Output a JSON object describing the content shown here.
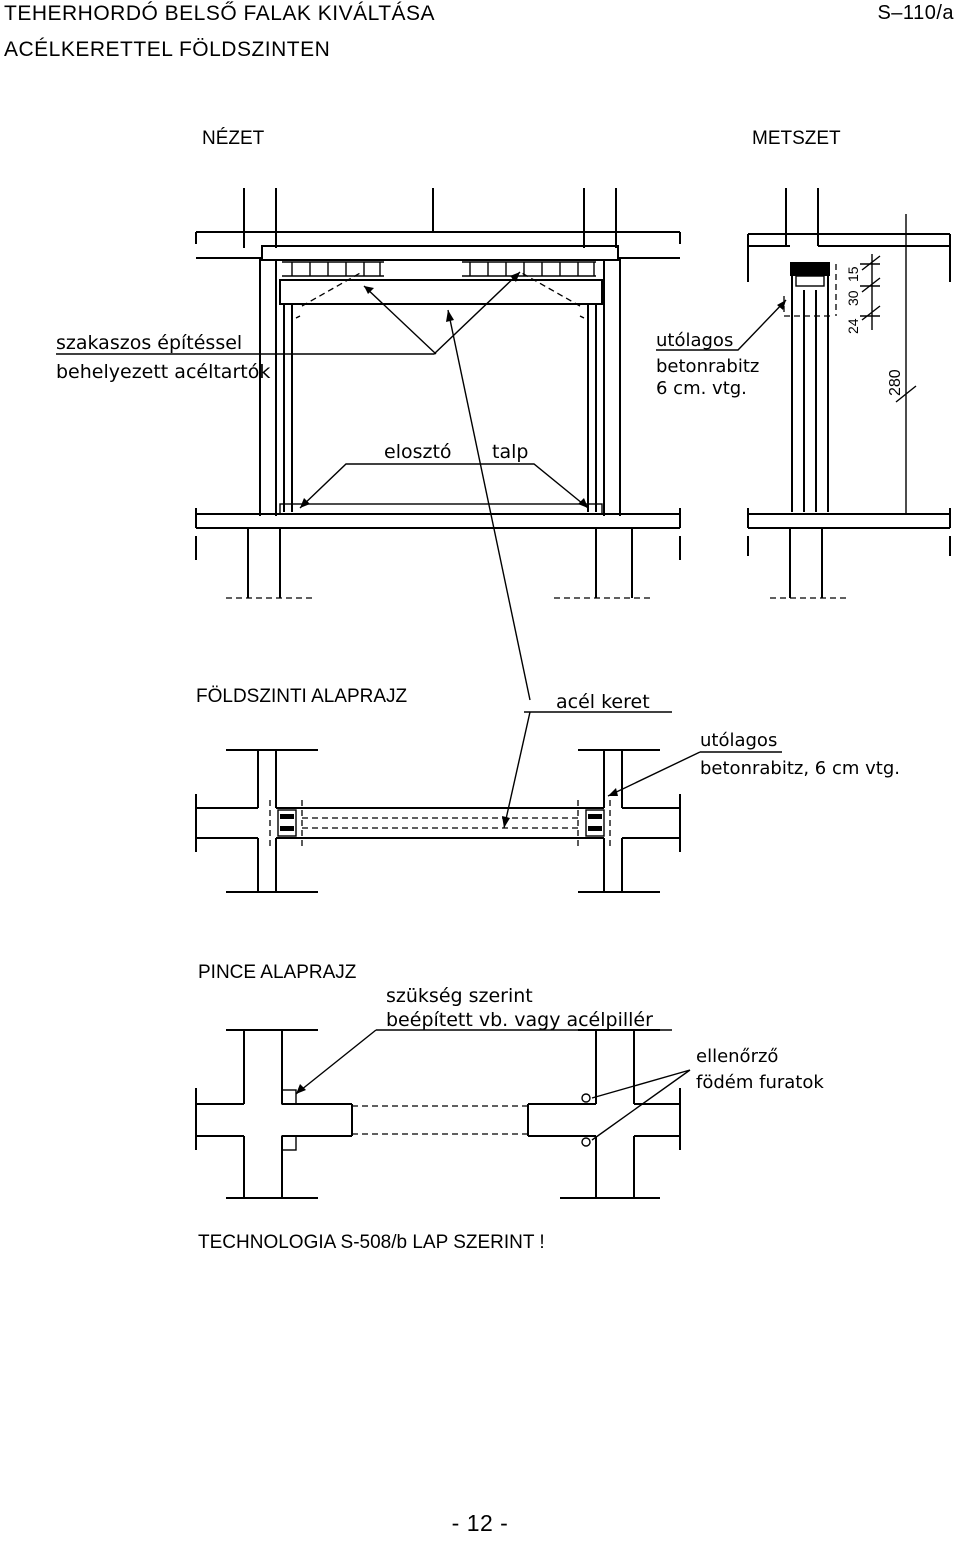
{
  "header": {
    "title_line1": "TEHERHORDÓ BELSŐ FALAK KIVÁLTÁSA",
    "title_line2": "ACÉLKERETTEL FÖLDSZINTEN",
    "sheet_code": "S–110/a"
  },
  "view": {
    "heading": "NÉZET",
    "label_steel_beams_line1": "szakaszos építéssel",
    "label_steel_beams_line2": "behelyezett acéltartók",
    "label_subsequent_line1": "utólagos",
    "label_subsequent_line2": "betonrabitz",
    "label_subsequent_line3": "6 cm. vtg.",
    "label_distributor_word1": "elosztó",
    "label_distributor_word2": "talp"
  },
  "section": {
    "heading": "METSZET",
    "dim_15": "15",
    "dim_30": "30",
    "dim_24": "24",
    "dim_280": "280"
  },
  "ground_plan": {
    "heading": "FÖLDSZINTI ALAPRAJZ",
    "label_steel_frame": "acél keret",
    "label_subsequent_line1": "utólagos",
    "label_subsequent_line2": "betonrabitz, 6 cm vtg."
  },
  "basement_plan": {
    "heading": "PINCE ALAPRAJZ",
    "note_line1": "szükség szerint",
    "note_line2": "beépített vb. vagy acélpillér",
    "label_holes_line1": "ellenőrző",
    "label_holes_line2": "födém furatok"
  },
  "technology_note": "TECHNOLOGIA  S-508/b  LAP SZERINT !",
  "page_number": "- 12 -"
}
